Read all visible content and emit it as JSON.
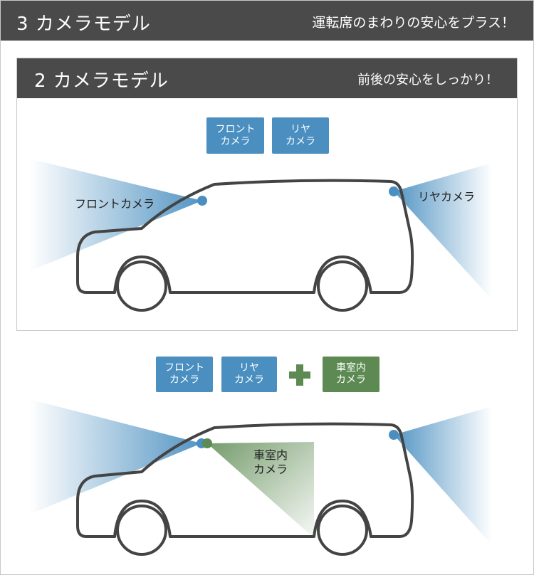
{
  "header": {
    "title": "3 カメラモデル",
    "tagline": "運転席のまわりの安心をプラス！"
  },
  "panel2": {
    "title": "2 カメラモデル",
    "tagline": "前後の安心をしっかり！"
  },
  "tags": {
    "front": "フロント\nカメラ",
    "rear": "リヤ\nカメラ",
    "interior": "車室内\nカメラ"
  },
  "labels": {
    "front_camera": "フロントカメラ",
    "rear_camera": "リヤカメラ",
    "interior_camera": "車室内\nカメラ"
  },
  "colors": {
    "header_bg": "#4a4a4a",
    "camera_blue": "#4a8fc0",
    "interior_green": "#5c8a52",
    "car_outline": "#444444"
  }
}
